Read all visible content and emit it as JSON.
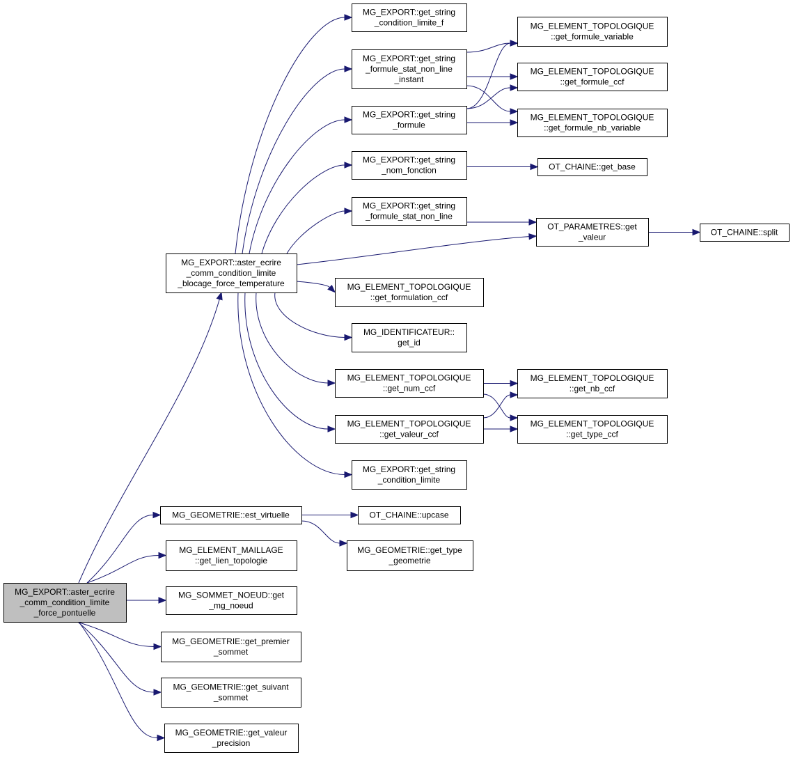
{
  "colors": {
    "edge": "#191970",
    "root_fill": "#bfbfbf",
    "node_fill": "#ffffff",
    "node_stroke": "#000000"
  },
  "nodes": [
    {
      "id": "root",
      "lines": [
        "MG_EXPORT::aster_ecrire",
        "_comm_condition_limite",
        "_force_pontuelle"
      ],
      "root": true
    },
    {
      "id": "blocage",
      "lines": [
        "MG_EXPORT::aster_ecrire",
        "_comm_condition_limite",
        "_blocage_force_temperature"
      ]
    },
    {
      "id": "cond_lim_f",
      "lines": [
        "MG_EXPORT::get_string",
        "_condition_limite_f"
      ]
    },
    {
      "id": "form_stat_inst",
      "lines": [
        "MG_EXPORT::get_string",
        "_formule_stat_non_line",
        "_instant"
      ]
    },
    {
      "id": "formule",
      "lines": [
        "MG_EXPORT::get_string",
        "_formule"
      ]
    },
    {
      "id": "nom_fonction",
      "lines": [
        "MG_EXPORT::get_string",
        "_nom_fonction"
      ]
    },
    {
      "id": "form_stat",
      "lines": [
        "MG_EXPORT::get_string",
        "_formule_stat_non_line"
      ]
    },
    {
      "id": "get_form_var",
      "lines": [
        "MG_ELEMENT_TOPOLOGIQUE",
        "::get_formule_variable"
      ]
    },
    {
      "id": "get_form_ccf",
      "lines": [
        "MG_ELEMENT_TOPOLOGIQUE",
        "::get_formule_ccf"
      ]
    },
    {
      "id": "get_form_nb",
      "lines": [
        "MG_ELEMENT_TOPOLOGIQUE",
        "::get_formule_nb_variable"
      ]
    },
    {
      "id": "get_base",
      "lines": [
        "OT_CHAINE::get_base"
      ]
    },
    {
      "id": "param_valeur",
      "lines": [
        "OT_PARAMETRES::get",
        "_valeur"
      ]
    },
    {
      "id": "split",
      "lines": [
        "OT_CHAINE::split"
      ]
    },
    {
      "id": "formulation_ccf",
      "lines": [
        "MG_ELEMENT_TOPOLOGIQUE",
        "::get_formulation_ccf"
      ]
    },
    {
      "id": "get_id",
      "lines": [
        "MG_IDENTIFICATEUR::",
        "get_id"
      ]
    },
    {
      "id": "num_ccf",
      "lines": [
        "MG_ELEMENT_TOPOLOGIQUE",
        "::get_num_ccf"
      ]
    },
    {
      "id": "valeur_ccf",
      "lines": [
        "MG_ELEMENT_TOPOLOGIQUE",
        "::get_valeur_ccf"
      ]
    },
    {
      "id": "nb_ccf",
      "lines": [
        "MG_ELEMENT_TOPOLOGIQUE",
        "::get_nb_ccf"
      ]
    },
    {
      "id": "type_ccf",
      "lines": [
        "MG_ELEMENT_TOPOLOGIQUE",
        "::get_type_ccf"
      ]
    },
    {
      "id": "cond_lim",
      "lines": [
        "MG_EXPORT::get_string",
        "_condition_limite"
      ]
    },
    {
      "id": "est_virtuelle",
      "lines": [
        "MG_GEOMETRIE::est_virtuelle"
      ]
    },
    {
      "id": "upcase",
      "lines": [
        "OT_CHAINE::upcase"
      ]
    },
    {
      "id": "type_geom",
      "lines": [
        "MG_GEOMETRIE::get_type",
        "_geometrie"
      ]
    },
    {
      "id": "lien_topo",
      "lines": [
        "MG_ELEMENT_MAILLAGE",
        "::get_lien_topologie"
      ]
    },
    {
      "id": "mg_noeud",
      "lines": [
        "MG_SOMMET_NOEUD::get",
        "_mg_noeud"
      ]
    },
    {
      "id": "premier",
      "lines": [
        "MG_GEOMETRIE::get_premier",
        "_sommet"
      ]
    },
    {
      "id": "suivant",
      "lines": [
        "MG_GEOMETRIE::get_suivant",
        "_sommet"
      ]
    },
    {
      "id": "precision",
      "lines": [
        "MG_GEOMETRIE::get_valeur",
        "_precision"
      ]
    }
  ],
  "edges": [
    [
      "root",
      "blocage"
    ],
    [
      "root",
      "est_virtuelle"
    ],
    [
      "root",
      "lien_topo"
    ],
    [
      "root",
      "mg_noeud"
    ],
    [
      "root",
      "premier"
    ],
    [
      "root",
      "suivant"
    ],
    [
      "root",
      "precision"
    ],
    [
      "blocage",
      "cond_lim_f"
    ],
    [
      "blocage",
      "form_stat_inst"
    ],
    [
      "blocage",
      "formule"
    ],
    [
      "blocage",
      "nom_fonction"
    ],
    [
      "blocage",
      "form_stat"
    ],
    [
      "blocage",
      "param_valeur"
    ],
    [
      "blocage",
      "formulation_ccf"
    ],
    [
      "blocage",
      "get_id"
    ],
    [
      "blocage",
      "num_ccf"
    ],
    [
      "blocage",
      "valeur_ccf"
    ],
    [
      "blocage",
      "cond_lim"
    ],
    [
      "form_stat_inst",
      "get_form_var"
    ],
    [
      "form_stat_inst",
      "get_form_ccf"
    ],
    [
      "form_stat_inst",
      "get_form_nb"
    ],
    [
      "formule",
      "get_form_var"
    ],
    [
      "formule",
      "get_form_ccf"
    ],
    [
      "formule",
      "get_form_nb"
    ],
    [
      "nom_fonction",
      "get_base"
    ],
    [
      "form_stat",
      "param_valeur"
    ],
    [
      "param_valeur",
      "split"
    ],
    [
      "num_ccf",
      "nb_ccf"
    ],
    [
      "num_ccf",
      "type_ccf"
    ],
    [
      "valeur_ccf",
      "nb_ccf"
    ],
    [
      "valeur_ccf",
      "type_ccf"
    ],
    [
      "est_virtuelle",
      "upcase"
    ],
    [
      "est_virtuelle",
      "type_geom"
    ]
  ]
}
